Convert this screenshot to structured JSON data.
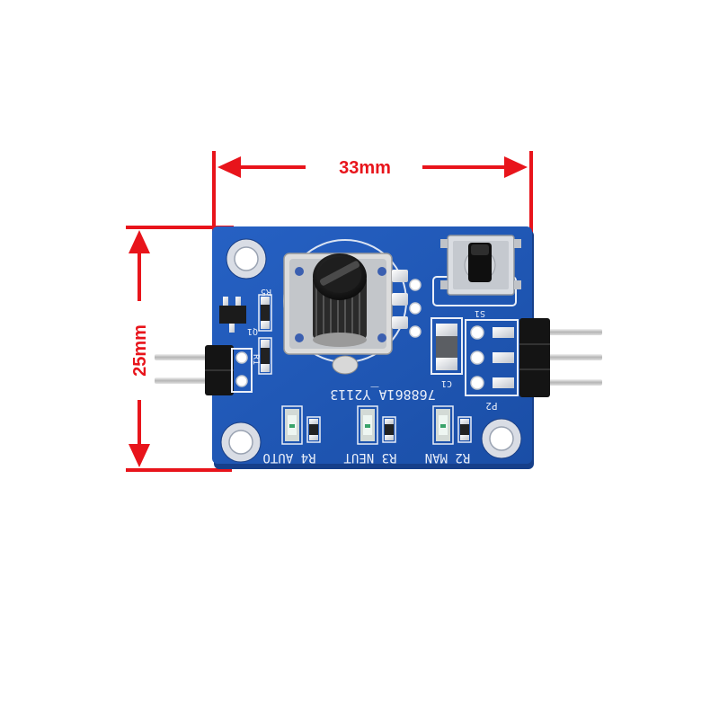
{
  "dimensions": {
    "width_label": "33mm",
    "height_label": "25mm"
  },
  "silkscreen": {
    "r5": "R5",
    "q1": "Q1",
    "r1": "R1",
    "s1": "S1",
    "c1": "C1",
    "p2": "P2",
    "part_code": "768861A_Y2113",
    "label_auto": "R4 AUTO",
    "label_neut": "R3 NEUT",
    "label_man": "R2 MAN"
  },
  "colors": {
    "dimension": "#e8141b",
    "pcb": "#1f57b5",
    "pcb_edge": "#163f8a",
    "silk": "#e9eef8",
    "pin": "#c9c9c9",
    "header": "#141414",
    "knob": "#1a1a1a",
    "led": "#e8f2ee"
  }
}
